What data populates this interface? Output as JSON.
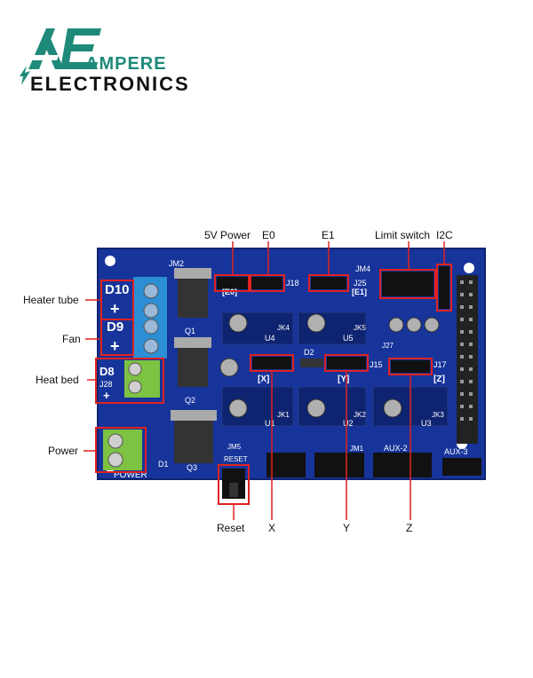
{
  "logo": {
    "mark": "AE",
    "line1": "AMPERE",
    "line2": "ELECTRONICS"
  },
  "board": {
    "silkscreen": {
      "d10": "D10",
      "d9": "D9",
      "d8": "D8",
      "j28": "J28",
      "plus": "+",
      "power": "POWER",
      "jm2": "JM2",
      "jm1": "JM1",
      "jm4": "JM4",
      "jm5": "JM5",
      "j18": "J18",
      "j25": "J25",
      "j15": "J15",
      "j17": "J17",
      "j27": "J27",
      "x": "[X]",
      "y": "[Y]",
      "z": "[Z]",
      "e0": "[E0]",
      "e1": "[E1]",
      "q1": "Q1",
      "q2": "Q2",
      "q3": "Q3",
      "d1": "D1",
      "d2": "D2",
      "aux2": "AUX-2",
      "aux3": "AUX-3",
      "u1": "U1",
      "u2": "U2",
      "u3": "U3",
      "u4": "U4",
      "u5": "U5",
      "reset": "RESET",
      "jk1": "JK1",
      "jk2": "JK2",
      "jk3": "JK3",
      "jk4": "JK4",
      "jk5": "JK5"
    }
  },
  "labels": {
    "heater_tube": "Heater tube",
    "fan": "Fan",
    "heat_bed": "Heat bed",
    "power": "Power",
    "five_v_power": "5V Power",
    "e0": "E0",
    "e1": "E1",
    "limit_switch": "Limit switch",
    "i2c": "I2C",
    "reset": "Reset",
    "x": "X",
    "y": "Y",
    "z": "Z"
  },
  "colors": {
    "pcb": "#17349a",
    "pcb_dark": "#0f2470",
    "highlight": "#e0221f",
    "terminal_blue": "#2c8fd6",
    "terminal_green": "#7dc242",
    "logo_teal": "#1f8a7a"
  }
}
